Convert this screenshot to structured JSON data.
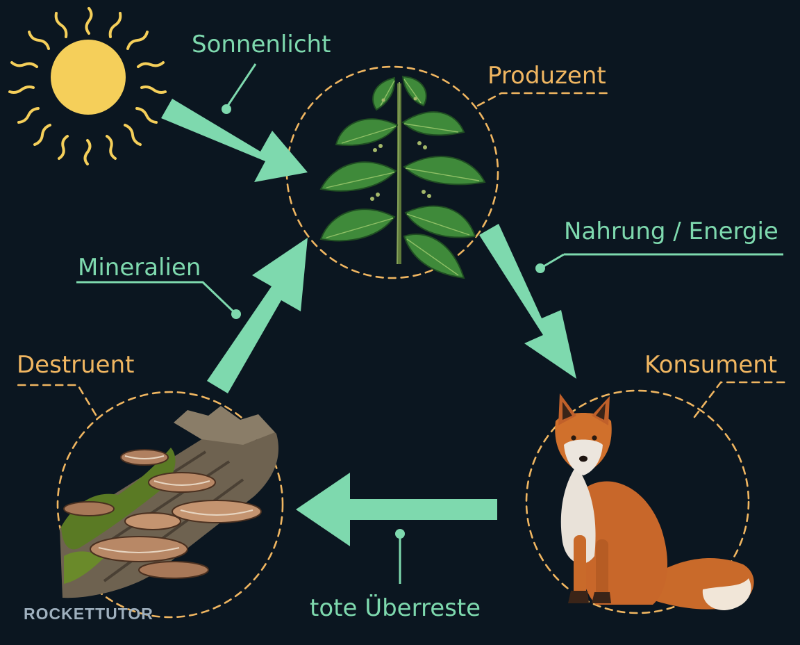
{
  "labels": {
    "sunlight": "Sonnenlicht",
    "producer": "Produzent",
    "food_energy": "Nahrung / Energie",
    "minerals": "Mineralien",
    "consumer": "Konsument",
    "decomposer": "Destruent",
    "remains": "tote Überreste"
  },
  "brand": "ROCKETTUTOR",
  "icons": {
    "sun": "sun-icon",
    "producer": "nettle-plant-icon",
    "consumer": "fox-icon",
    "decomposer": "bracket-fungus-log-icon"
  },
  "colors": {
    "background": "#0b1620",
    "arrow": "#7ed9ae",
    "label_green": "#7ed9ae",
    "label_orange": "#f0b661",
    "sun": "#f5cf5a"
  }
}
